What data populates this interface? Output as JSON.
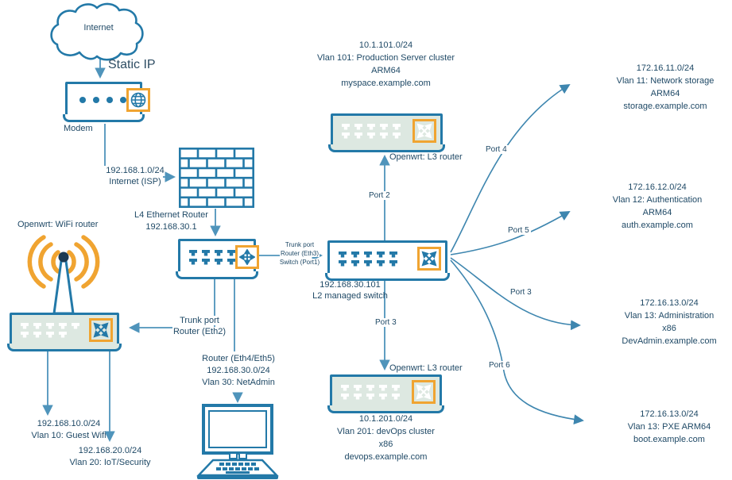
{
  "colors": {
    "accent_blue": "#2379a8",
    "line_blue": "#4f94bb",
    "curve_blue": "#3e86af",
    "orange": "#f0a431",
    "body_green": "#dde8e1",
    "text": "#1f4966"
  },
  "icons": {
    "cloud": "cloud-shape",
    "globe": "globe-icon",
    "quad_arrows": "quad-arrows-icon",
    "crossed_arrows": "crossed-arrows-icon",
    "wifi_signal": "wifi-signal-icon",
    "brick_wall": "firewall-brick-wall",
    "workstation": "desktop-computer-icon",
    "ethernet_port": "ethernet-port-icon",
    "led_dot": "led-dot-icon"
  },
  "nodes": {
    "internet": {
      "label": "Internet"
    },
    "wan": {
      "label": "Static IP"
    },
    "modem": {
      "label": "Modem"
    },
    "isp": {
      "lines": [
        "192.168.1.0/24",
        "Internet (ISP)"
      ]
    },
    "firewall": {
      "lines": [
        "L4 Ethernet Router",
        "192.168.30.1"
      ]
    },
    "wifi_router": {
      "label": "Openwrt: WiFi router"
    },
    "trunk_eth2": {
      "lines": [
        "Trunk port",
        "Router (Eth2)"
      ]
    },
    "trunk_eth3": {
      "lines": [
        "Trunk port",
        "Router (Eth3)",
        "Switch (Port1)"
      ]
    },
    "l2_switch": {
      "lines": [
        "192.168.30.101",
        "L2 managed switch"
      ]
    },
    "l3_router_top": {
      "label": "Openwrt: L3 router"
    },
    "l3_router_bottom": {
      "label": "Openwrt: L3 router"
    },
    "netadmin": {
      "lines": [
        "Router (Eth4/Eth5)",
        "192.168.30.0/24",
        "Vlan 30: NetAdmin"
      ]
    },
    "guest_wifi": {
      "lines": [
        "192.168.10.0/24",
        "Vlan 10: Guest Wifi"
      ]
    },
    "iot_security": {
      "lines": [
        "192.168.20.0/24",
        "Vlan 20: IoT/Security"
      ]
    },
    "production": {
      "lines": [
        "10.1.101.0/24",
        "Vlan 101: Production Server cluster",
        "ARM64",
        "myspace.example.com"
      ]
    },
    "devops": {
      "lines": [
        "10.1.201.0/24",
        "Vlan 201: devOps cluster",
        "x86",
        "devops.example.com"
      ]
    },
    "storage": {
      "lines": [
        "172.16.11.0/24",
        "Vlan 11: Network storage",
        "ARM64",
        "storage.example.com"
      ]
    },
    "auth": {
      "lines": [
        "172.16.12.0/24",
        "Vlan 12: Authentication",
        "ARM64",
        "auth.example.com"
      ]
    },
    "administration": {
      "lines": [
        "172.16.13.0/24",
        "Vlan 13: Administration",
        "x86",
        "DevAdmin.example.com"
      ]
    },
    "pxe": {
      "lines": [
        "172.16.13.0/24",
        "Vlan 13: PXE ARM64",
        "boot.example.com"
      ]
    }
  },
  "ports": {
    "port2": "Port 2",
    "port3_down": "Port 3",
    "port4": "Port 4",
    "port5": "Port 5",
    "port3_fan": "Port 3",
    "port6": "Port 6"
  }
}
